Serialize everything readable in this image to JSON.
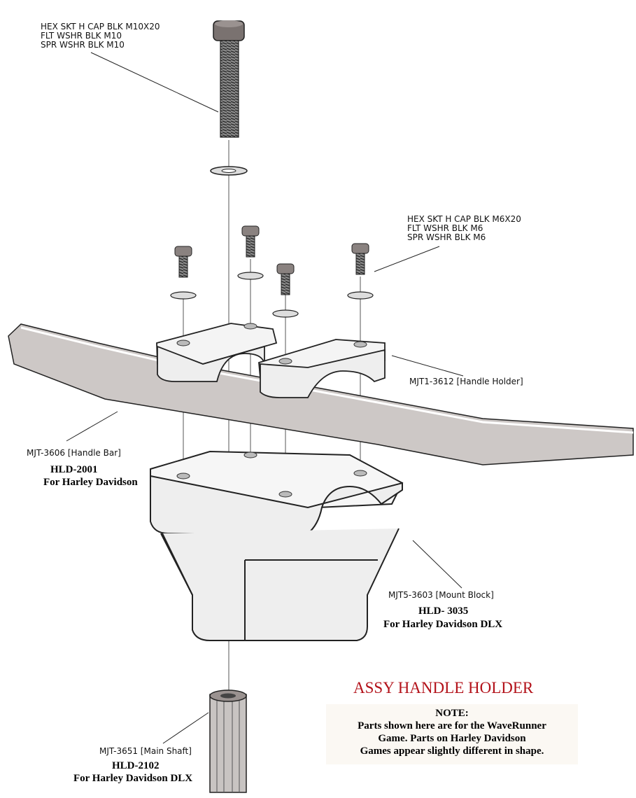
{
  "title": "ASSY HANDLE HOLDER",
  "colors": {
    "title": "#b3121a",
    "part_fill": "#eeeeee",
    "bar_fill": "#cdc8c6"
  },
  "labels": {
    "m10_hardware": [
      "HEX SKT H CAP BLK M10X20",
      "FLT WSHR BLK M10",
      "SPR WSHR BLK M10"
    ],
    "m6_hardware": [
      "HEX SKT H CAP BLK M6X20",
      "FLT WSHR BLK M6",
      "SPR WSHR BLK M6"
    ],
    "handle_holder": "MJT1-3612 [Handle Holder]",
    "handle_bar": {
      "part": "MJT-3606 [Handle Bar]",
      "code": "HLD-2001",
      "model": "For Harley Davidson"
    },
    "mount_block": {
      "part": "MJT5-3603 [Mount Block]",
      "code": "HLD- 3035",
      "model": "For Harley Davidson DLX"
    },
    "main_shaft": {
      "part": "MJT-3651 [Main Shaft]",
      "code": "HLD-2102",
      "model": "For Harley Davidson DLX"
    }
  },
  "note": {
    "heading": "NOTE:",
    "lines": [
      "Parts shown here are for the WaveRunner",
      "Game. Parts on Harley Davidson",
      "Games appear slightly different in shape."
    ]
  }
}
